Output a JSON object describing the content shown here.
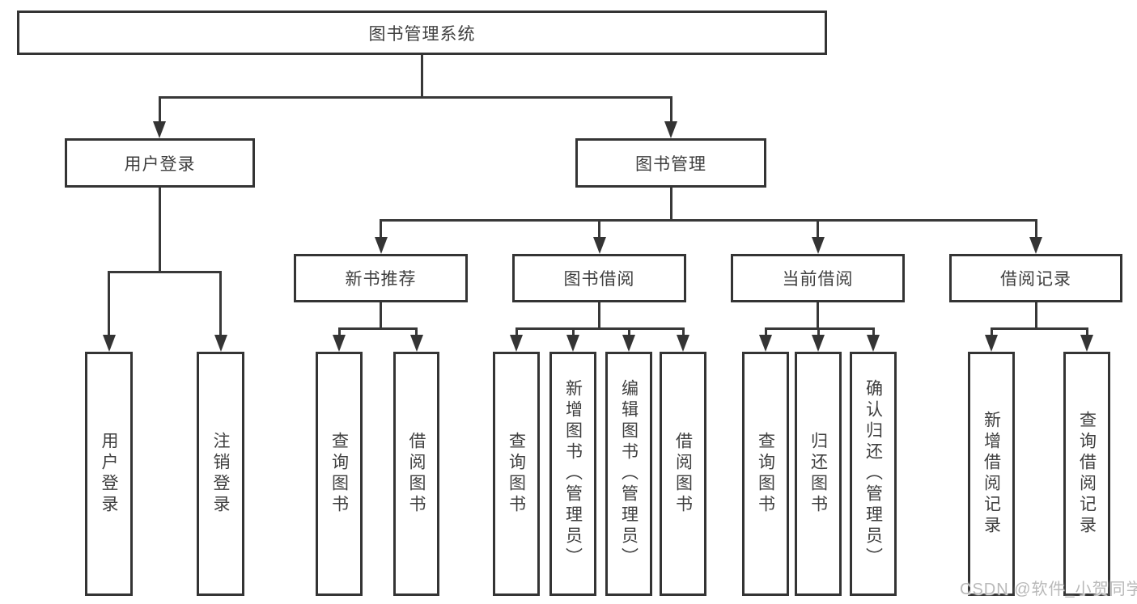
{
  "tree": {
    "root": {
      "label": "图书管理系统",
      "children": [
        {
          "label": "用户登录",
          "children": [
            {
              "label": "用户登录"
            },
            {
              "label": "注销登录"
            }
          ]
        },
        {
          "label": "图书管理",
          "children": [
            {
              "label": "新书推荐",
              "children": [
                {
                  "label": "查询图书"
                },
                {
                  "label": "借阅图书"
                }
              ]
            },
            {
              "label": "图书借阅",
              "children": [
                {
                  "label": "查询图书"
                },
                {
                  "label": "新增图书（管理员）"
                },
                {
                  "label": "编辑图书（管理员）"
                },
                {
                  "label": "借阅图书"
                }
              ]
            },
            {
              "label": "当前借阅",
              "children": [
                {
                  "label": "查询图书"
                },
                {
                  "label": "归还图书"
                },
                {
                  "label": "确认归还（管理员）"
                }
              ]
            },
            {
              "label": "借阅记录",
              "children": [
                {
                  "label": "新增借阅记录"
                },
                {
                  "label": "查询借阅记录"
                }
              ]
            }
          ]
        }
      ]
    }
  },
  "watermark": {
    "text": "CSDN @软件_小贺同学"
  },
  "colors": {
    "line": "#383838",
    "border": "#343434",
    "text": "#3f3f3f",
    "watermark": "#b9b9b9"
  }
}
